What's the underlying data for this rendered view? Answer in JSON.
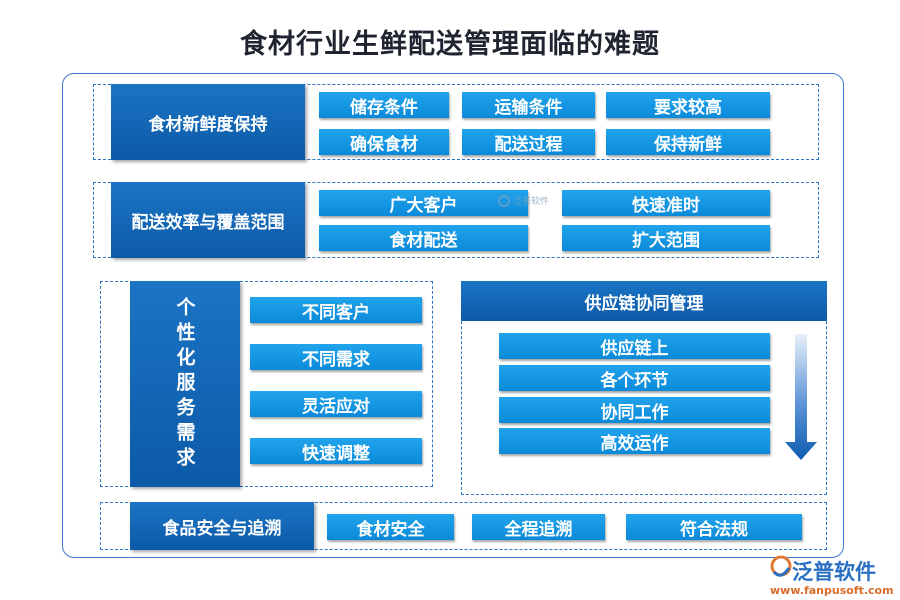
{
  "title": "食材行业生鲜配送管理面临的难题",
  "sections": {
    "freshness": {
      "header": "食材新鲜度保持",
      "items": [
        "储存条件",
        "运输条件",
        "要求较高",
        "确保食材",
        "配送过程",
        "保持新鲜"
      ]
    },
    "efficiency": {
      "header": "配送效率与覆盖范围",
      "items": [
        "广大客户",
        "快速准时",
        "食材配送",
        "扩大范围"
      ]
    },
    "personalized": {
      "header": "个性化服务需求",
      "items": [
        "不同客户",
        "不同需求",
        "灵活应对",
        "快速调整"
      ]
    },
    "supply_chain": {
      "header": "供应链协同管理",
      "items": [
        "供应链上",
        "各个环节",
        "协同工作",
        "高效运作"
      ]
    },
    "safety": {
      "header": "食品安全与追溯",
      "items": [
        "食材安全",
        "全程追溯",
        "符合法规"
      ]
    }
  },
  "watermark": "泛普软件",
  "logo": {
    "name": "泛普软件",
    "url": "www.fanpusoft.com"
  },
  "colors": {
    "header_blue": "#0c5aa8",
    "pill_blue": "#1196e0",
    "border_blue": "#2f73c8"
  }
}
